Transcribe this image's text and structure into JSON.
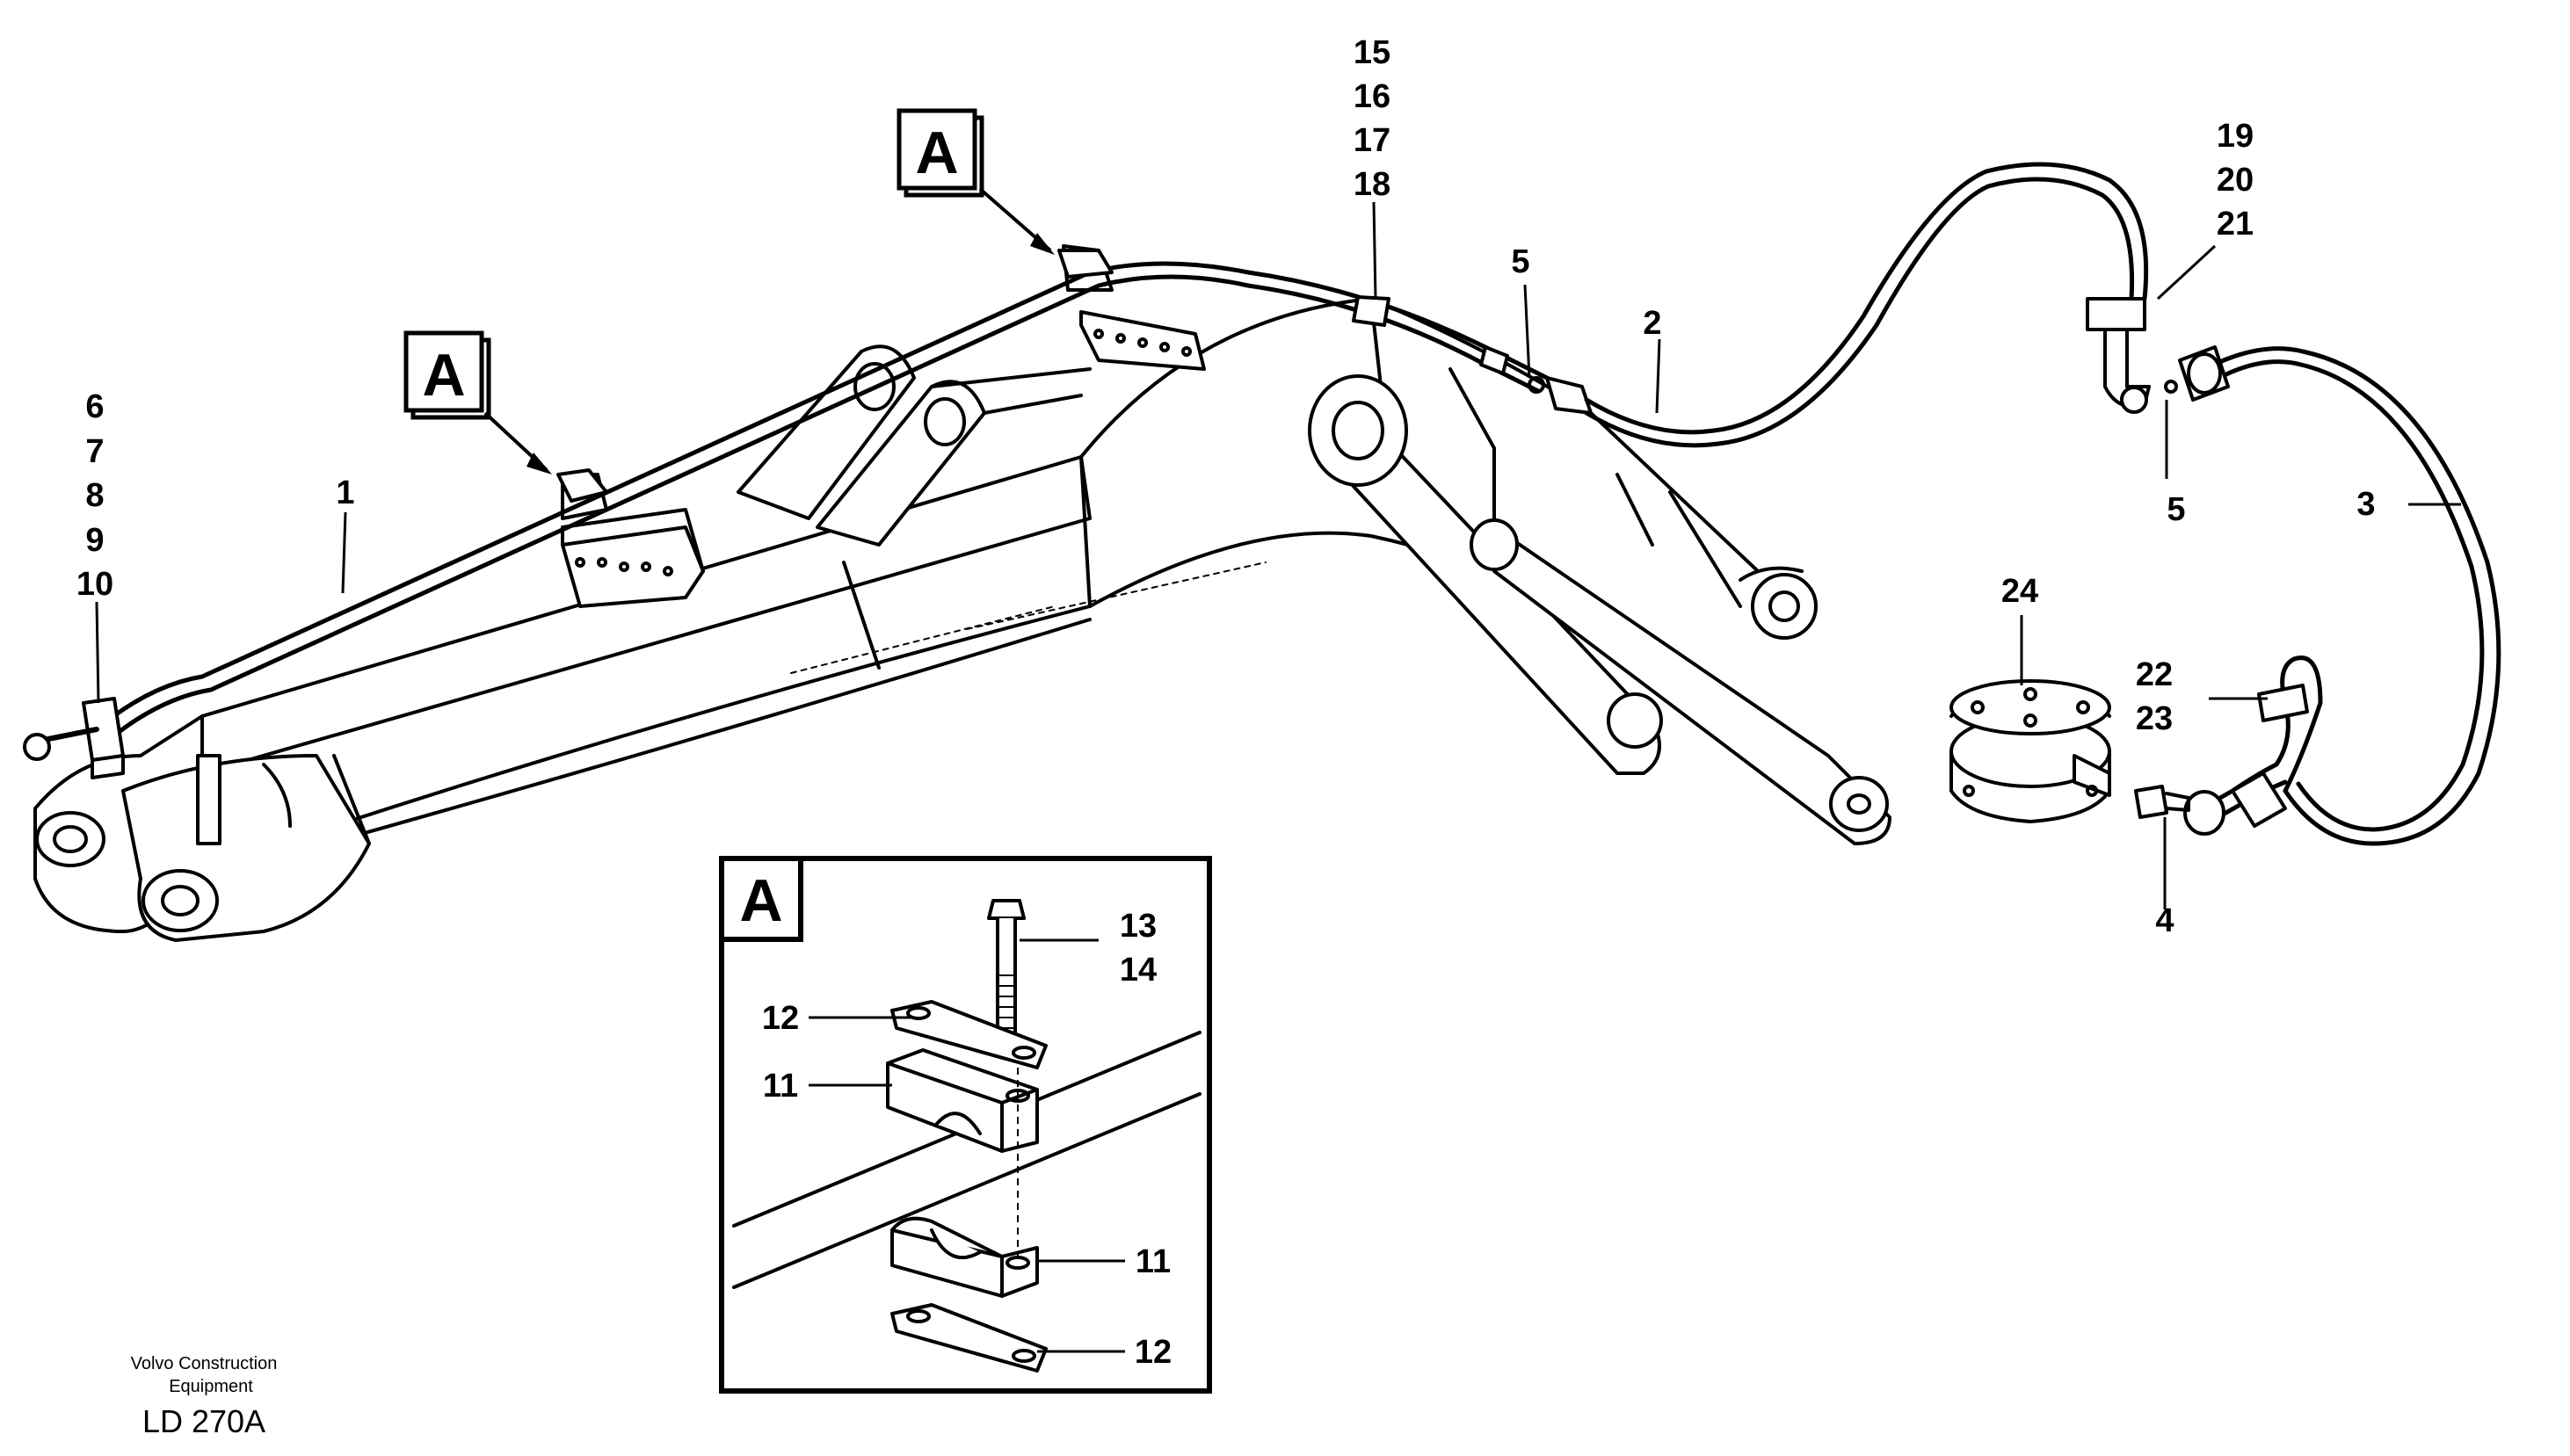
{
  "callout_tag": "A",
  "inset": {
    "tag": "A"
  },
  "labels": {
    "l1": "1",
    "l2": "2",
    "l3": "3",
    "l4": "4",
    "l5a": "5",
    "l5b": "5",
    "l6": "6",
    "l7": "7",
    "l8": "8",
    "l9": "9",
    "l10": "10",
    "l11a": "11",
    "l11b": "11",
    "l12a": "12",
    "l12b": "12",
    "l13": "13",
    "l14": "14",
    "l15": "15",
    "l16": "16",
    "l17": "17",
    "l18": "18",
    "l19": "19",
    "l20": "20",
    "l21": "21",
    "l22": "22",
    "l23": "23",
    "l24": "24"
  },
  "footer": {
    "company_line1": "Volvo Construction",
    "company_line2": "Equipment",
    "drawing_code": "LD 270A"
  }
}
